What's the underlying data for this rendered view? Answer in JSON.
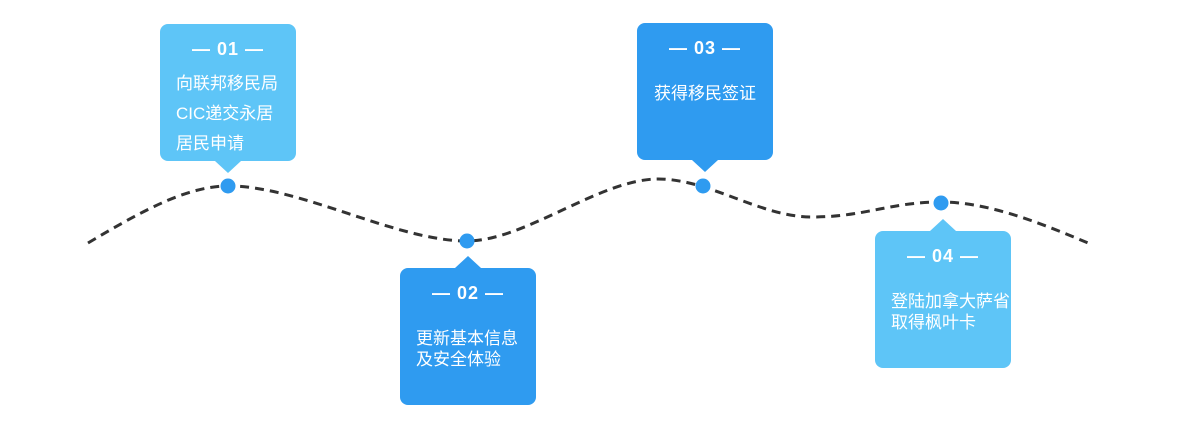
{
  "diagram": {
    "type": "timeline-infographic",
    "background": "#ffffff",
    "line_color": "#333333",
    "dot_color": "#2f9bf0",
    "palette": {
      "light_blue": "#5ec5f7",
      "dark_blue": "#2f9bf0",
      "text": "#ffffff"
    },
    "steps": [
      {
        "number": "— 01 —",
        "lines": [
          "向联邦移民局",
          "CIC递交永居",
          "居民申请"
        ],
        "color": "#5ec5f7",
        "card_position": "above-line"
      },
      {
        "number": "— 02 —",
        "lines": [
          "更新基本信息",
          "及安全体验"
        ],
        "color": "#2f9bf0",
        "card_position": "below-line"
      },
      {
        "number": "— 03 —",
        "lines": [
          "获得移民签证"
        ],
        "color": "#2f9bf0",
        "card_position": "above-line"
      },
      {
        "number": "— 04 —",
        "lines": [
          "登陆加拿大萨省",
          "取得枫叶卡"
        ],
        "color": "#5ec5f7",
        "card_position": "below-line"
      }
    ]
  }
}
